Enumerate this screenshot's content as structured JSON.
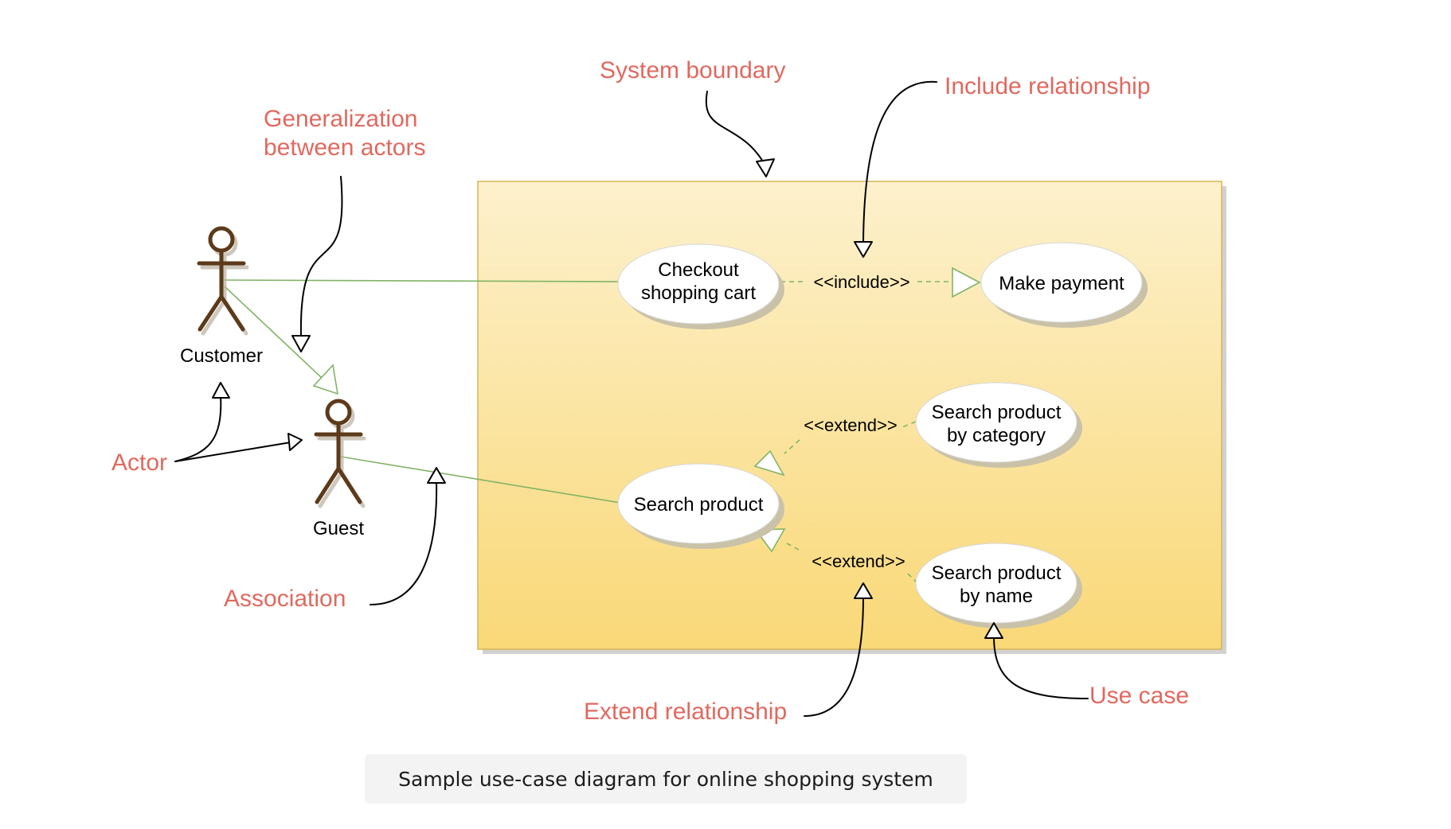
{
  "diagram": {
    "actors": [
      {
        "id": "customer",
        "label": "Customer"
      },
      {
        "id": "guest",
        "label": "Guest"
      }
    ],
    "use_cases": [
      {
        "id": "checkout",
        "lines": [
          "Checkout",
          "shopping cart"
        ]
      },
      {
        "id": "payment",
        "lines": [
          "Make payment"
        ]
      },
      {
        "id": "search",
        "lines": [
          "Search product"
        ]
      },
      {
        "id": "search_category",
        "lines": [
          "Search product",
          "by category"
        ]
      },
      {
        "id": "search_name",
        "lines": [
          "Search product",
          "by name"
        ]
      }
    ],
    "relationships": [
      {
        "id": "include",
        "label": "<<include>>"
      },
      {
        "id": "extend_category",
        "label": "<<extend>>"
      },
      {
        "id": "extend_name",
        "label": "<<extend>>"
      }
    ],
    "annotations": {
      "system_boundary": "System boundary",
      "include_relationship": "Include relationship",
      "generalization": [
        "Generalization",
        "between actors"
      ],
      "actor": "Actor",
      "association": "Association",
      "extend_relationship": "Extend relationship",
      "use_case": "Use case"
    }
  },
  "caption": "Sample use-case diagram for online shopping system",
  "colors": {
    "annotation": "#e0695f",
    "boundary_top": "#fdf1cd",
    "boundary_bottom": "#f9d877",
    "boundary_border": "#d6b656",
    "association_line": "#82b366",
    "actor_stroke": "#5c3a1a",
    "use_case_fill": "#ffffff",
    "use_case_shadow": "#c9c2a8"
  }
}
